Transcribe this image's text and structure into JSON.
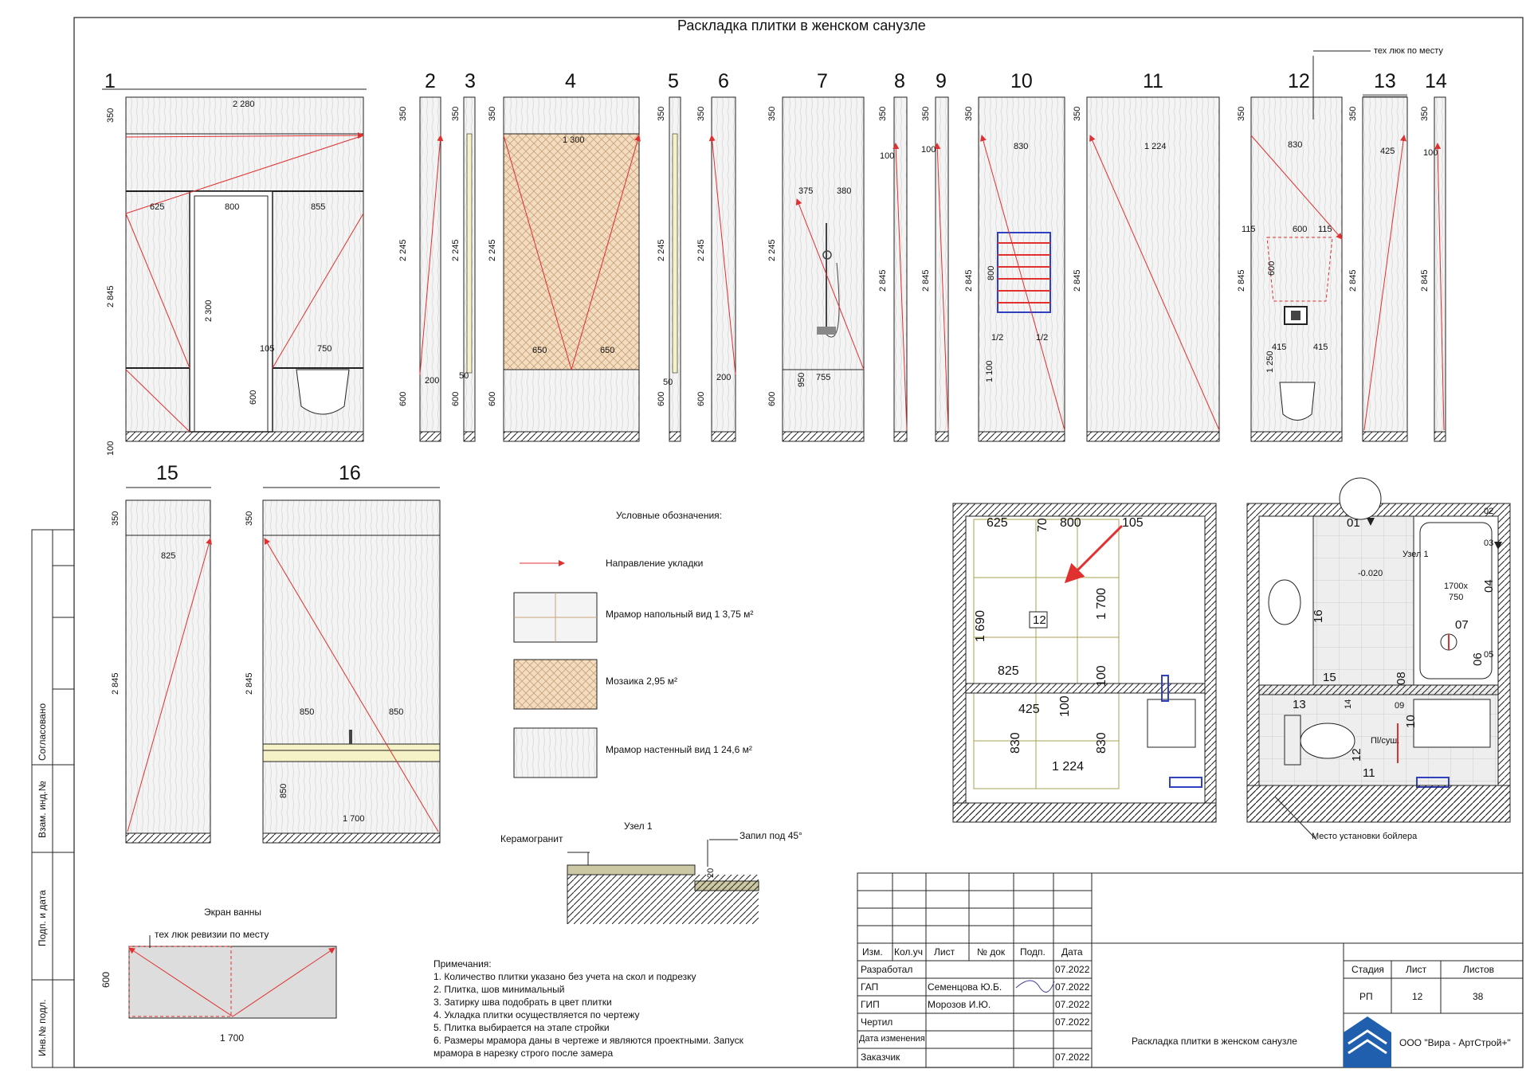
{
  "sheet": {
    "title": "Раскладка плитки в  женском санузле",
    "hatch_note_top": "тех люк по месту"
  },
  "elevations": {
    "labels": [
      "1",
      "2",
      "3",
      "4",
      "5",
      "6",
      "7",
      "8",
      "9",
      "10",
      "11",
      "12",
      "13",
      "14",
      "15",
      "16"
    ],
    "dims": {
      "e1_width": "2 280",
      "e1_top": "350",
      "e1_total": "2 845",
      "e1_base": "100",
      "e1_a": "625",
      "e1_b": "800",
      "e1_c": "855",
      "e1_door": "2 300",
      "e1_d": "105",
      "e1_e": "750",
      "e1_f": "600",
      "e2_a": "350",
      "e2_b": "2 245",
      "e2_c": "600",
      "e2_d": "200",
      "e3_a": "350",
      "e3_b": "2 245",
      "e3_c": "600",
      "e3_d": "50",
      "e4_a": "350",
      "e4_b": "2 245",
      "e4_c": "600",
      "e4_w": "1 300",
      "e4_l": "650",
      "e4_r": "650",
      "e5_a": "350",
      "e5_b": "2 245",
      "e5_c": "600",
      "e5_d": "50",
      "e6_a": "350",
      "e6_b": "2 245",
      "e6_c": "600",
      "e6_d": "200",
      "e7_a": "350",
      "e7_b": "2 245",
      "e7_c": "600",
      "e7_l": "375",
      "e7_r": "380",
      "e7_h": "950",
      "e7_w": "755",
      "e8_a": "350",
      "e8_b": "2 845",
      "e8_c": "100",
      "e9_a": "350",
      "e9_b": "2 845",
      "e9_c": "100",
      "e10_a": "350",
      "e10_b": "2 845",
      "e10_w": "830",
      "e10_h": "800",
      "e10_l": "1/2",
      "e10_r": "1/2",
      "e10_bot": "1 100",
      "e11_a": "350",
      "e11_b": "2 845",
      "e11_w": "1 224",
      "e12_a": "350",
      "e12_b": "2 845",
      "e12_w": "830",
      "e12_l": "115",
      "e12_m": "600",
      "e12_r": "115",
      "e12_h": "600",
      "e12_ll": "415",
      "e12_rr": "415",
      "e12_bot": "1 250",
      "e13_a": "350",
      "e13_b": "2 845",
      "e13_w": "425",
      "e14_a": "350",
      "e14_b": "2 845",
      "e14_c": "100",
      "e15_a": "350",
      "e15_b": "2 845",
      "e15_w": "825",
      "e16_a": "350",
      "e16_b": "2 845",
      "e16_l": "850",
      "e16_r": "850",
      "e16_h": "850",
      "e16_w": "1 700"
    }
  },
  "legend": {
    "title": "Условные обозначения:",
    "direction": "Направление укладки",
    "floor": "Мрамор напольный вид 1  3,75 м²",
    "mosaic": "Мозаика   2,95 м²",
    "wall": "Мрамор настенный вид 1  24,6 м²"
  },
  "node": {
    "title": "Узел 1",
    "ceramic": "Керамогранит",
    "cut": "Запил под 45°",
    "dim": "20"
  },
  "bath_screen": {
    "title": "Экран ванны",
    "hatch": "тех люк ревизии по месту",
    "h": "600",
    "w": "1 700"
  },
  "notes": {
    "title": "Примечания:",
    "items": [
      "1. Количество плитки  указано  без учета на скол и подрезку",
      "2. Плитка, шов минимальный",
      "3. Затирку шва подобрать в цвет плитки",
      "4. Укладка плитки осуществляется по чертежу",
      "5. Плитка выбирается на этапе стройки",
      "6. Размеры мрамора даны в чертеже и являются проектными. Запуск",
      "мрамора в нарезку строго после замера"
    ]
  },
  "plan1": {
    "d1": "625",
    "d2": "70",
    "d3": "800",
    "d4": "105",
    "d5": "1 690",
    "d6": "1 700",
    "d7": "825",
    "d8": "100",
    "d9": "425",
    "d10": "100",
    "d11": "830",
    "d12": "830",
    "d13": "1 224",
    "label": "12"
  },
  "plan2": {
    "mark": "-0.020",
    "bath": "1700x",
    "bath2": "750",
    "node": "Узел 1",
    "psush": "Пl/суш.",
    "boiler": "Место установки бойлера",
    "tags": [
      "01",
      "02",
      "03",
      "04",
      "05",
      "06",
      "07",
      "08",
      "09",
      "10",
      "11",
      "12",
      "13",
      "14",
      "15",
      "16"
    ]
  },
  "stamp": {
    "headers": [
      "Изм.",
      "Кол.уч",
      "Лист",
      "№ док",
      "Подп.",
      "Дата"
    ],
    "rows": [
      {
        "role": "Разработал",
        "name": "",
        "date": "07.2022"
      },
      {
        "role": "ГАП",
        "name": "Семенцова Ю.Б.",
        "date": "07.2022"
      },
      {
        "role": "ГИП",
        "name": "Морозов И.Ю.",
        "date": "07.2022"
      },
      {
        "role": "Чертил",
        "name": "",
        "date": "07.2022"
      },
      {
        "role": "Дата изменения",
        "name": "",
        "date": ""
      },
      {
        "role": "Заказчик",
        "name": "",
        "date": "07.2022"
      }
    ],
    "stage_h": "Стадия",
    "sheet_h": "Лист",
    "sheets_h": "Листов",
    "stage": "РП",
    "sheet": "12",
    "sheets": "38",
    "drawing": "Раскладка плитки в  женском санузле",
    "company": "ООО \"Вира - АртСтрой+\""
  },
  "side": {
    "agreed": "Согласовано",
    "inv_vz": "Взам. инд.№",
    "sign_date": "Подп. и дата",
    "inv_orig": "Инв.№ подл."
  },
  "colors": {
    "arrow": "#e03030",
    "mosaic": "#f3dcbf",
    "wall": "#f3f3f3",
    "line": "#111111"
  }
}
